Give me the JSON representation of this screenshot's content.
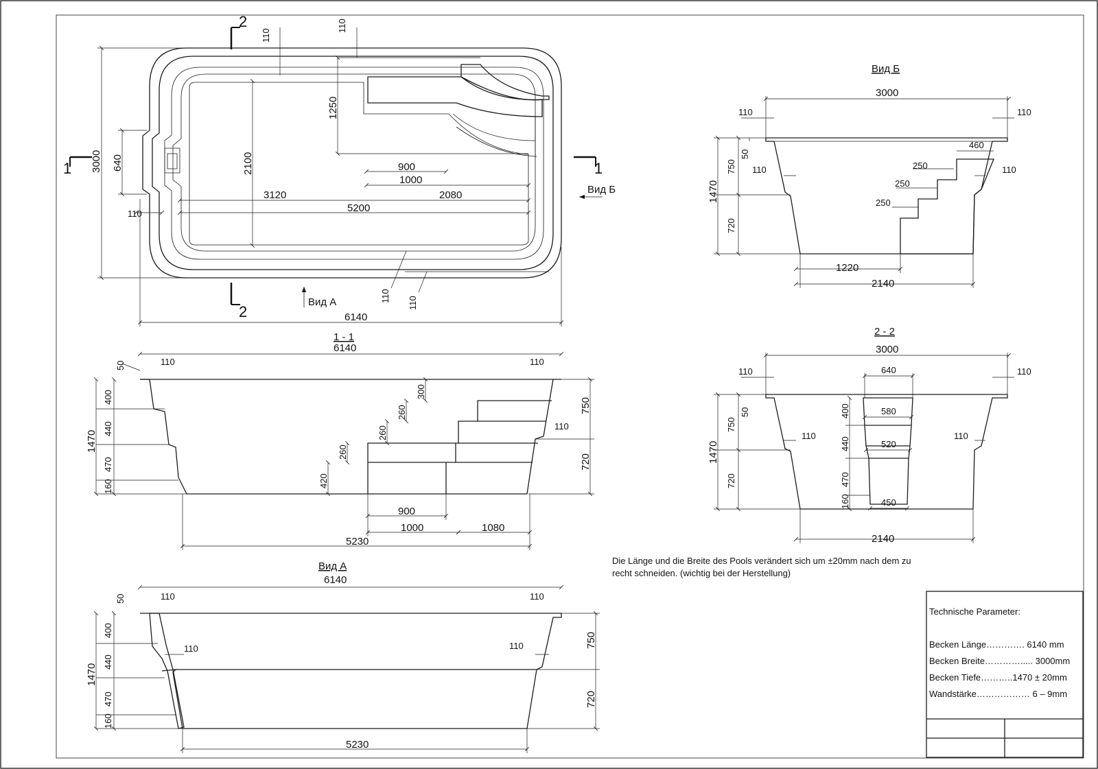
{
  "plan": {
    "section_1": "1",
    "section_2": "2",
    "view_a": "Вид А",
    "view_b": "Вид Б",
    "dims": {
      "total_width": "3000",
      "bay_width": "640",
      "rim": "110",
      "inner_width": "2100",
      "step_depth": "1250",
      "step_900": "900",
      "step_1000": "1000",
      "len_3120": "3120",
      "len_2080": "2080",
      "len_5200": "5200",
      "total_length": "6140"
    }
  },
  "section_1_1": {
    "title": "1 - 1",
    "dims": {
      "total_length": "6140",
      "rim_50": "50",
      "rim_110": "110",
      "d400": "400",
      "d440": "440",
      "d470": "470",
      "d160": "160",
      "d1470": "1470",
      "d300": "300",
      "d260": "260",
      "d420": "420",
      "d750": "750",
      "d720": "720",
      "d900": "900",
      "d1000": "1000",
      "d1080": "1080",
      "d5230": "5230"
    }
  },
  "view_a": {
    "title": "Вид А",
    "dims": {
      "total_length": "6140",
      "rim_50": "50",
      "rim_110": "110",
      "d400": "400",
      "d440": "440",
      "d470": "470",
      "d160": "160",
      "d1470": "1470",
      "d750": "750",
      "d720": "720",
      "d5230": "5230"
    }
  },
  "view_b": {
    "title": "Вид Б",
    "dims": {
      "d3000": "3000",
      "d110": "110",
      "d50": "50",
      "d750": "750",
      "d720": "720",
      "d1470": "1470",
      "d460": "460",
      "d250": "250",
      "d1220": "1220",
      "d2140": "2140"
    }
  },
  "section_2_2": {
    "title": "2 - 2",
    "dims": {
      "d3000": "3000",
      "d110": "110",
      "d640": "640",
      "d580": "580",
      "d520": "520",
      "d450": "450",
      "d50": "50",
      "d750": "750",
      "d720": "720",
      "d1470": "1470",
      "d400": "400",
      "d440": "440",
      "d470": "470",
      "d160": "160",
      "d2140": "2140"
    }
  },
  "note": {
    "line1": "Die Länge und die Breite des Pools verändert sich um ±20mm nach dem zu",
    "line2": "recht schneiden. (wichtig bei der Herstellung)"
  },
  "title_block": {
    "heading": "Technische Parameter:",
    "rows": [
      "Becken Länge………….  6140  mm",
      "Becken Breite…………..... 3000mm",
      "Becken Tiefe………..1470 ± 20mm",
      "Wandstärke………………  6 – 9mm"
    ]
  }
}
